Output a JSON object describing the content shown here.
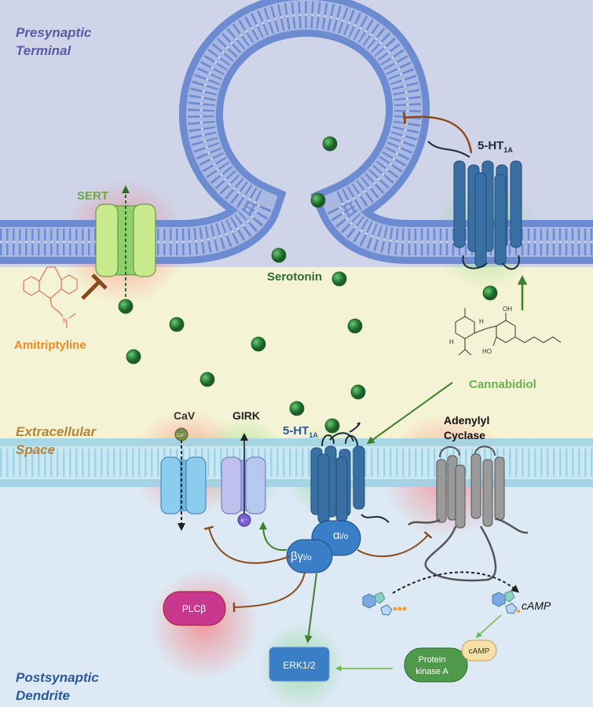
{
  "regions": {
    "presynaptic": [
      "Presynaptic",
      "Terminal"
    ],
    "extracellular": [
      "Extracellular",
      "Space"
    ],
    "postsynaptic": [
      "Postsynaptic",
      "Dendrite"
    ]
  },
  "labels": {
    "sert": "SERT",
    "amitriptyline": "Amitriptyline",
    "serotonin": "Serotonin",
    "cannabidiol": "Cannabidiol",
    "receptor_pre": "5-HT",
    "receptor_pre_sub": "1A",
    "receptor_post": "5-HT",
    "receptor_post_sub": "1A",
    "cav": "CaV",
    "girk": "GIRK",
    "adenylyl": [
      "Adenylyl",
      "Cyclase"
    ],
    "ca_ion": "Ca²⁺",
    "k_ion": "K⁺",
    "beta_gamma": "βγ",
    "beta_gamma_sub": "i/o",
    "alpha": "α",
    "alpha_sub": "i/o",
    "plcb": "PLCβ",
    "erk": "ERK1/2",
    "pka": [
      "Protein",
      "kinase A"
    ],
    "pka_camp": "cAMP",
    "camp": "cAMP",
    "cbd_oh1": "OH",
    "cbd_oh2": "HO",
    "cbd_h1": "H",
    "cbd_h2": "H",
    "ami_n": "N"
  },
  "colors": {
    "presynaptic_bg": "#cfd4e8",
    "extracellular_bg": "#f5f3d5",
    "postsynaptic_bg": "#dde9f4",
    "serotonin": "#2f8a3c",
    "receptor": "#3a6fa3",
    "activation": "#3f7f2a",
    "inhibition": "#8a4a1a"
  }
}
